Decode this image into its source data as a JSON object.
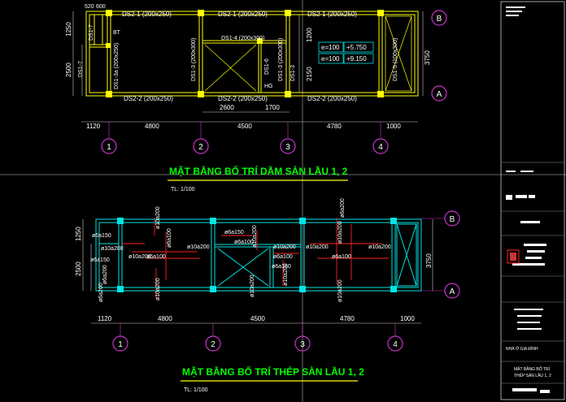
{
  "plan_top": {
    "title": "MẶT BẰNG BỐ TRÍ DẦM SÀN LẦU 1, 2",
    "scale": "TL: 1/100",
    "beams_top": [
      "DS2-1 (200x250)",
      "DS2-1 (200x250)",
      "DS2-1 (200x250)"
    ],
    "beams_bottom": [
      "DS2-2 (200x250)",
      "DS2-2 (200x250)",
      "DS2-2 (200x250)"
    ],
    "beams_vertical": [
      "DS1-7",
      "DS1-7",
      "DS1-3a (200x250)",
      "DS1-3 (200x300)",
      "DS1-3 (200x300)",
      "DS1-3",
      "DS1-5 (100x300)",
      "DS1-6"
    ],
    "beam_mid": "DS1-4 (200x300)",
    "labels": [
      "BT",
      "HG"
    ],
    "dim_small": "520",
    "dim_small2": "600",
    "levels": [
      "e=100",
      "+5.750",
      "e=100",
      "+9.150"
    ],
    "dims_left": [
      "1250",
      "2500"
    ],
    "dims_right": "3750",
    "dims_inner": [
      "1200",
      "2150"
    ],
    "dims_sub": [
      "2600",
      "1700"
    ],
    "dims_bottom": [
      "1120",
      "4800",
      "4500",
      "4780",
      "1000"
    ],
    "axes_x": [
      "1",
      "2",
      "3",
      "4"
    ],
    "axes_y": [
      "B",
      "A"
    ]
  },
  "plan_bottom": {
    "title": "MẶT BẰNG BỐ TRÍ THÉP SÀN LẦU 1, 2",
    "scale": "TL: 1/100",
    "rebar": [
      "ø6a150",
      "ø10a200",
      "ø6a100",
      "ø10a200",
      "ø6a150",
      "ø10a200",
      "ø10a200",
      "ø6a100",
      "ø10a200",
      "ø10a200",
      "ø6a150",
      "ø10a200",
      "ø6a100",
      "ø6a100",
      "ø10a200",
      "ø6a150",
      "ø6a200",
      "ø6a200",
      "ø10a200",
      "ø6a100",
      "ø10a200",
      "ø10a200",
      "ø10a200",
      "ø10a200",
      "ø6a200",
      "ø6a200",
      "ø10a200"
    ],
    "dims_left": [
      "1250",
      "2500"
    ],
    "dims_right": "3750",
    "dims_bottom": [
      "1120",
      "4800",
      "4500",
      "4780",
      "1000"
    ],
    "axes_x": [
      "1",
      "2",
      "3",
      "4"
    ],
    "axes_y": [
      "B",
      "A"
    ]
  },
  "title_block": {
    "project": "NHÀ Ở GIA ĐÌNH",
    "sheet_title_1": "MẶT BẰNG BỐ TRÍ",
    "sheet_title_2": "THÉP SÀN LẦU 1, 2"
  },
  "colors": {
    "background": "#000000",
    "structure": "#00e5e5",
    "beam": "#ffff00",
    "rebar": "#ff2020",
    "axis": "#cc33cc",
    "text": "#ffffff",
    "title": "#00ff00",
    "underline": "#ffff00"
  }
}
